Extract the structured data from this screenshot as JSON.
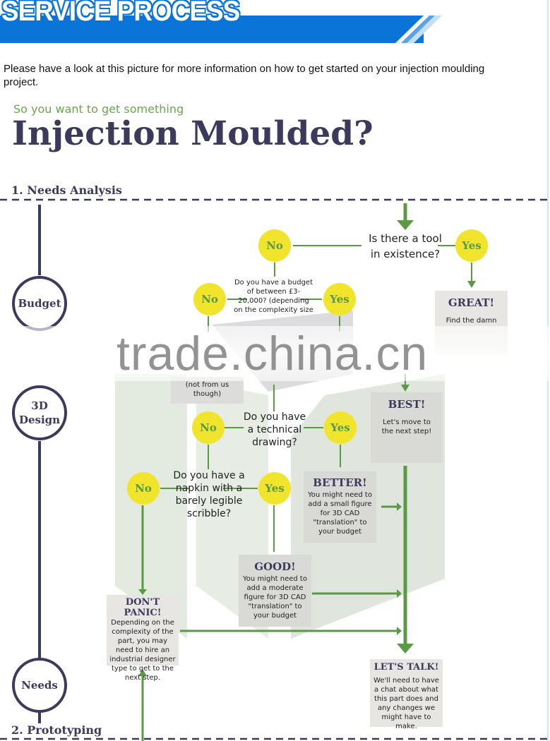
{
  "banner": {
    "title": "SERVICE PROCESS"
  },
  "intro": "Please have a look at this picture for more information on how to get started on your injection moulding project.",
  "header": {
    "subtitle": "So you want to get something",
    "title": "Injection Moulded?"
  },
  "sections": [
    {
      "label": "1. Needs Analysis"
    },
    {
      "label": "2. Prototyping"
    }
  ],
  "stages": [
    {
      "label": "Budget"
    },
    {
      "label": "3D Design"
    },
    {
      "label": "Needs"
    }
  ],
  "questions": {
    "tool": "Is there a tool in existence?",
    "budget": "Do you have a budget of between £3-20,000? (depending on the complexity size",
    "technical": "Do you have a technical drawing?",
    "napkin": "Do you have a napkin with a barely legible scribble?"
  },
  "answers": {
    "no": "No",
    "yes": "Yes"
  },
  "boxes": {
    "great": {
      "title": "GREAT!",
      "body": "Find the damn"
    },
    "not_from_us": {
      "body": "(not from us though)"
    },
    "best": {
      "title": "BEST!",
      "body": "Let's move to the next step!"
    },
    "better": {
      "title": "BETTER!",
      "body": "You might need to add a small figure for 3D CAD \"translation\" to your budget"
    },
    "good": {
      "title": "GOOD!",
      "body": "You might need to add a moderate figure for 3D CAD \"translation\" to your budget"
    },
    "dont_panic": {
      "title": "DON'T PANIC!",
      "body": "Depending on the complexity of the part, you may need to hire an industrial designer type to get to the next step."
    },
    "lets_talk": {
      "title": "LET'S TALK!",
      "body": "We'll need to have a chat about what this part does and any changes we might have to make."
    }
  },
  "watermark": "trade.china.cn",
  "colors": {
    "banner_blue": "#0a74d8",
    "navy": "#3c3a5c",
    "green": "#5a9a44",
    "yellow": "#f0e52c",
    "box_grey": "#e7e6e2"
  }
}
